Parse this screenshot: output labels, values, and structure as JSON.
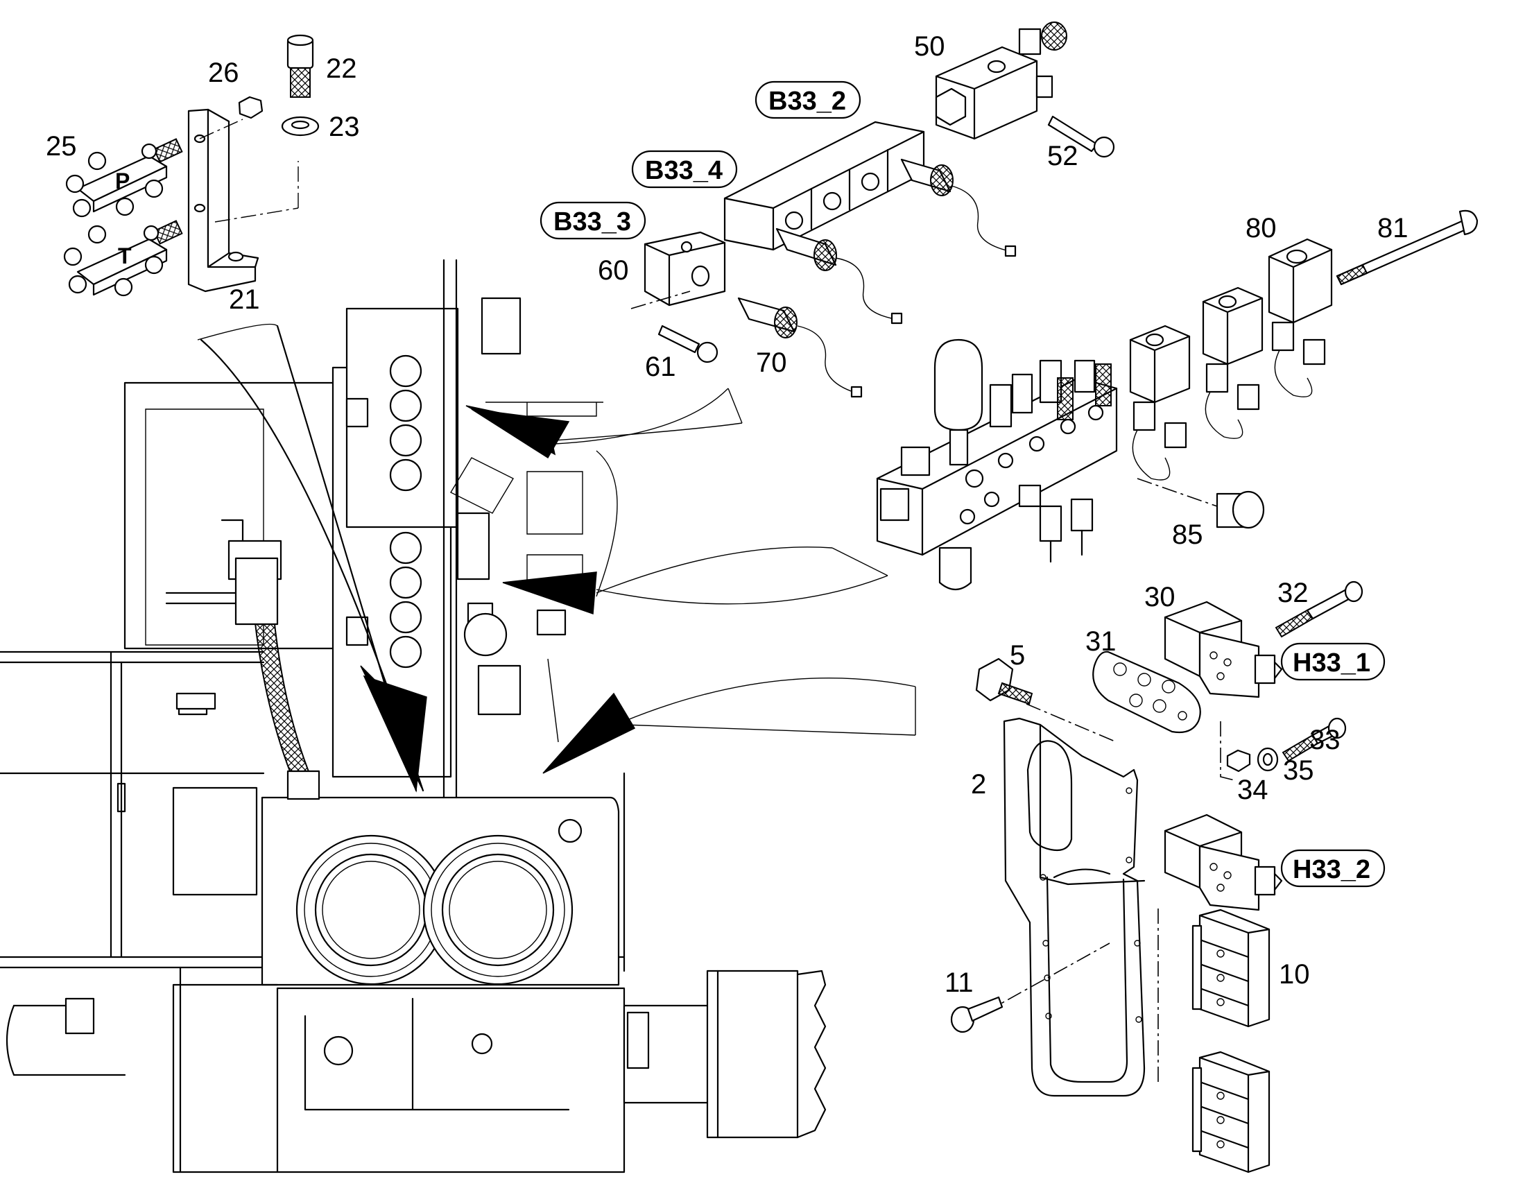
{
  "callouts": {
    "c26": "26",
    "c22": "22",
    "c23": "23",
    "c25": "25",
    "c21": "21",
    "c50": "50",
    "c52": "52",
    "c60": "60",
    "c61": "61",
    "c70": "70",
    "c80": "80",
    "c81": "81",
    "c85": "85",
    "c30": "30",
    "c32": "32",
    "c31": "31",
    "c5": "5",
    "c2": "2",
    "c33": "33",
    "c34": "34",
    "c35": "35",
    "c10": "10",
    "c11": "11"
  },
  "tags": {
    "b33_2": "B33_2",
    "b33_4": "B33_4",
    "b33_3": "B33_3",
    "h33_1": "H33_1",
    "h33_2": "H33_2"
  },
  "port_letters": {
    "p": "P",
    "t": "T"
  }
}
